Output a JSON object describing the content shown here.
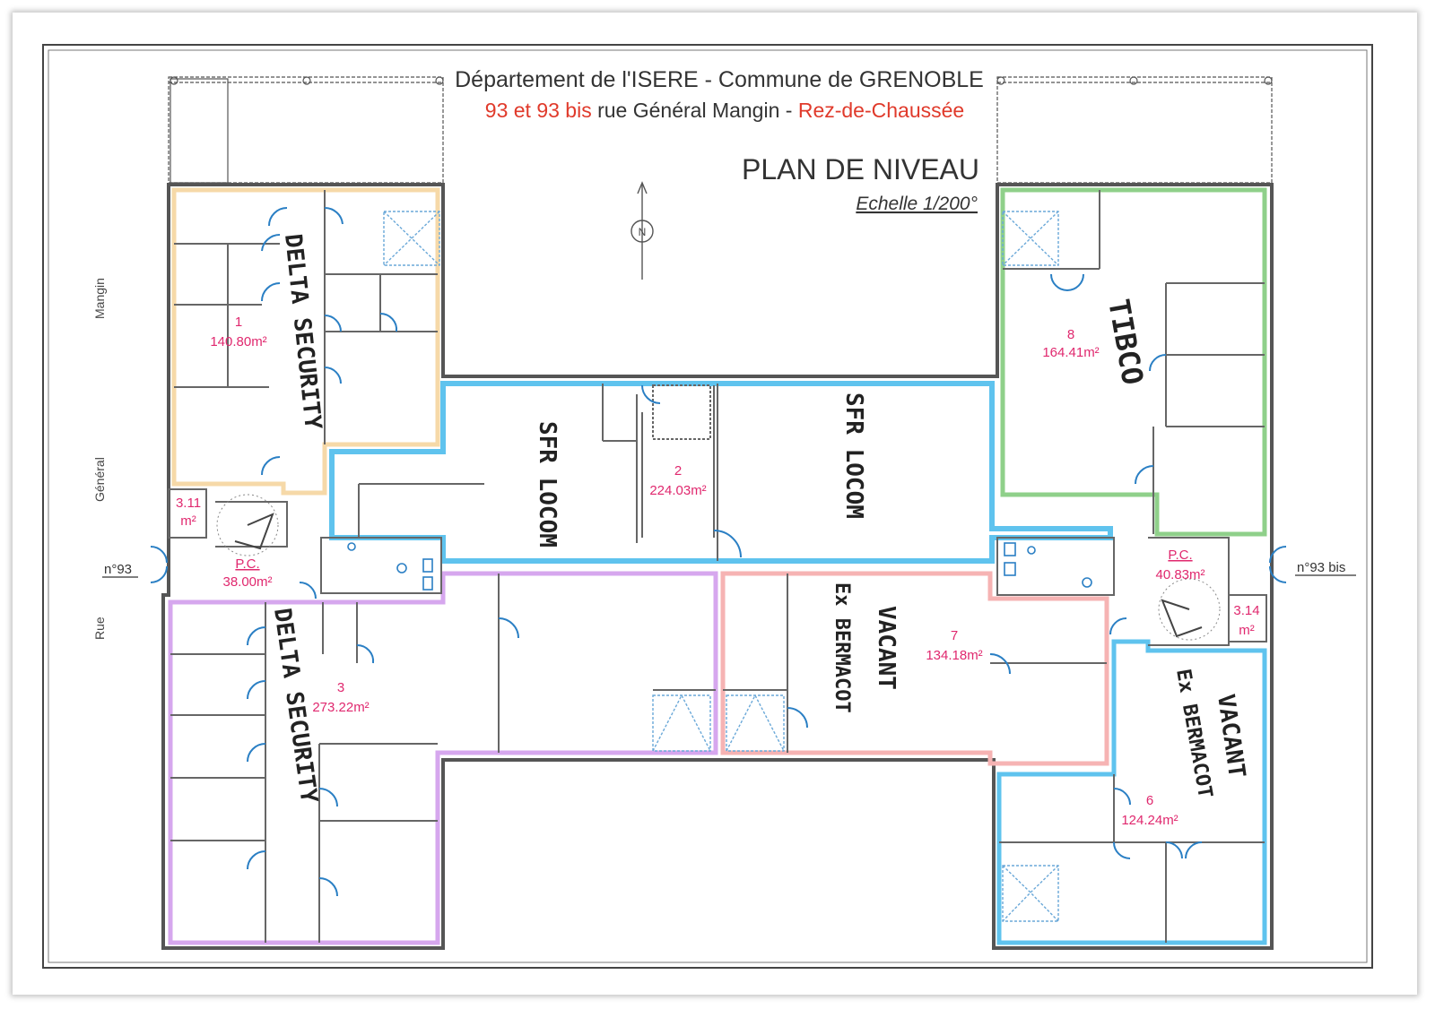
{
  "header": {
    "line1": "Département de l'ISERE  -  Commune de GRENOBLE",
    "line2_part1": "93 et 93 bis",
    "line2_part2": " rue Général Mangin - ",
    "line2_part3": "Rez-de-Chaussée",
    "plan_title": "PLAN DE NIVEAU",
    "scale": "Echelle 1/200°"
  },
  "street": {
    "word1": "Rue",
    "word2": "Général",
    "word3": "Mangin",
    "number_left": "n°93",
    "number_right": "n°93 bis"
  },
  "compass": {
    "letter": "N"
  },
  "lots": [
    {
      "number": "1",
      "area": "140.80m²",
      "tenant": "DELTA SECURITY",
      "color": "#f6d9a8"
    },
    {
      "number": "2",
      "area": "224.03m²",
      "tenant": "SFR LOCOM",
      "tenant2": "SFR LOCOM",
      "color": "#5fc3ee"
    },
    {
      "number": "3",
      "area": "273.22m²",
      "tenant": "DELTA SECURITY",
      "color": "#d6a7ee"
    },
    {
      "number": "6",
      "area": "124.24m²",
      "tenant": "VACANT",
      "tenant2": "Ex BERMACOT",
      "color": "#5fc3ee"
    },
    {
      "number": "7",
      "area": "134.18m²",
      "tenant": "VACANT",
      "tenant2": "Ex BERMACOT",
      "color": "#f6b3b3"
    },
    {
      "number": "8",
      "area": "164.41m²",
      "tenant": "TIBCO",
      "color": "#8fd08a"
    }
  ],
  "small_rooms": {
    "left_stair_area": "3.11",
    "left_stair_unit": "m²",
    "right_stair_area": "3.14",
    "right_stair_unit": "m²",
    "pc_left_label": "P.C.",
    "pc_left_area": "38.00m²",
    "pc_right_label": "P.C.",
    "pc_right_area": "40.83m²"
  },
  "colors": {
    "area_text": "#e0286e",
    "header_red": "#e03a2b",
    "wall": "#555555"
  }
}
